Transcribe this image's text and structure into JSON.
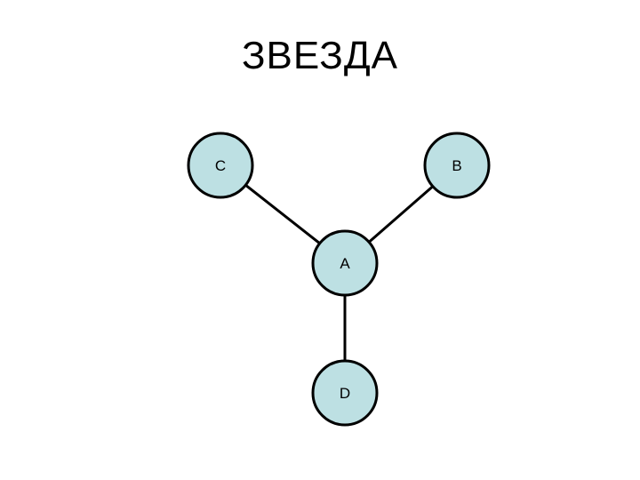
{
  "title": "ЗВЕЗДА",
  "colors": {
    "node_fill": "#bde0e3",
    "node_stroke": "#000000",
    "edge": "#000000"
  },
  "nodes": [
    {
      "id": "C",
      "label": "C"
    },
    {
      "id": "B",
      "label": "B"
    },
    {
      "id": "A",
      "label": "A"
    },
    {
      "id": "D",
      "label": "D"
    }
  ],
  "edges": [
    {
      "from": "C",
      "to": "A"
    },
    {
      "from": "B",
      "to": "A"
    },
    {
      "from": "A",
      "to": "D"
    }
  ]
}
